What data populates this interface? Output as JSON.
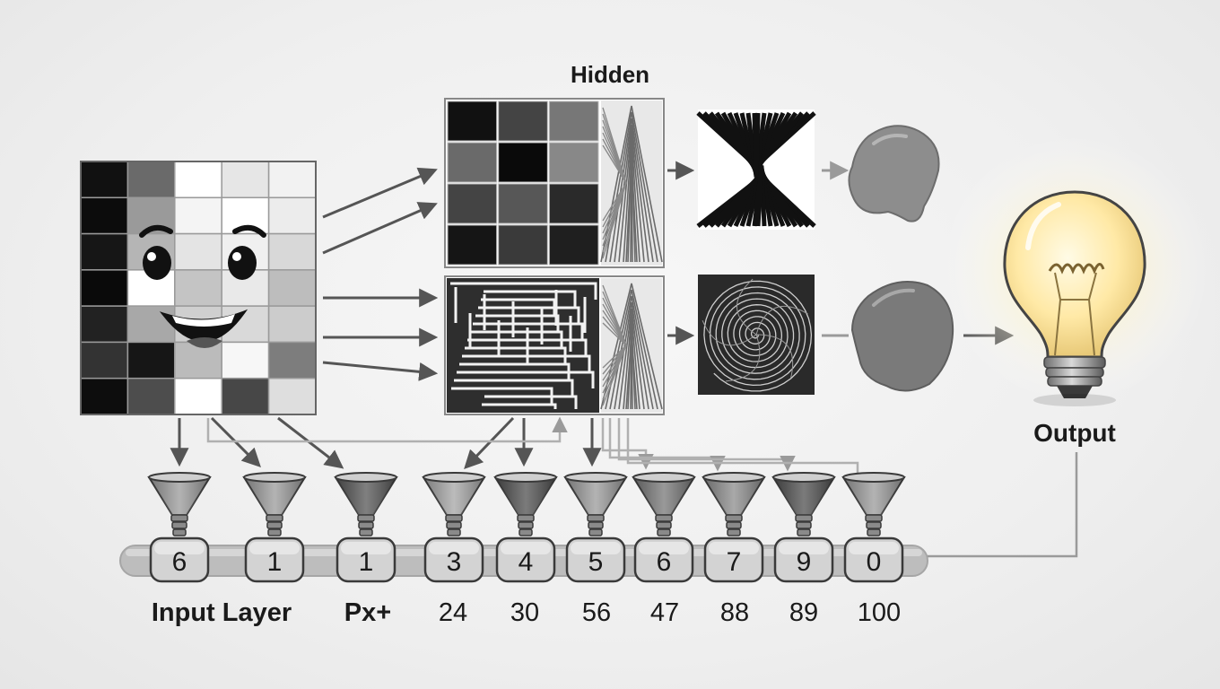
{
  "diagram": {
    "hidden_label": "Hidden",
    "output_label": "Output",
    "input_grid": {
      "rows": 7,
      "cols": 5,
      "shades": [
        [
          "#111111",
          "#6a6a6a",
          "#ffffff",
          "#e6e6e6",
          "#f2f2f2"
        ],
        [
          "#0c0c0c",
          "#9a9a9a",
          "#f4f4f4",
          "#ffffff",
          "#ececec"
        ],
        [
          "#161616",
          "#b5b5b5",
          "#e4e4e4",
          "#f0f0f0",
          "#d8d8d8"
        ],
        [
          "#0a0a0a",
          "#ffffff",
          "#c4c4c4",
          "#e9e9e9",
          "#bdbdbd"
        ],
        [
          "#222222",
          "#a8a8a8",
          "#cfcfcf",
          "#d9d9d9",
          "#cccccc"
        ],
        [
          "#333333",
          "#161616",
          "#bbbbbb",
          "#f7f7f7",
          "#7d7d7d"
        ],
        [
          "#0d0d0d",
          "#4d4d4d",
          "#ffffff",
          "#474747",
          "#dedede"
        ]
      ]
    },
    "hidden_grid": {
      "rows": 4,
      "cols": 3,
      "shades": [
        [
          "#111111",
          "#444444",
          "#777777"
        ],
        [
          "#6a6a6a",
          "#0a0a0a",
          "#888888"
        ],
        [
          "#444444",
          "#575757",
          "#2a2a2a"
        ],
        [
          "#151515",
          "#3a3a3a",
          "#1f1f1f"
        ]
      ]
    },
    "funnels": [
      {
        "digit": "6",
        "shade": "#9a9a9a"
      },
      {
        "digit": "1",
        "shade": "#9a9a9a"
      },
      {
        "digit": "1",
        "shade": "#555555"
      },
      {
        "digit": "3",
        "shade": "#a5a5a5"
      },
      {
        "digit": "4",
        "shade": "#4f4f4f"
      },
      {
        "digit": "5",
        "shade": "#9a9a9a"
      },
      {
        "digit": "6",
        "shade": "#777777"
      },
      {
        "digit": "7",
        "shade": "#8c8c8c"
      },
      {
        "digit": "9",
        "shade": "#4f4f4f"
      },
      {
        "digit": "0",
        "shade": "#9a9a9a"
      }
    ],
    "bottom_labels": [
      "Input Layer",
      "Px+",
      "24",
      "30",
      "56",
      "47",
      "88",
      "89",
      "100"
    ],
    "icons": [
      "smiley-face",
      "light-bulb-icon"
    ],
    "colors": {
      "arrow": "#555555",
      "pipe": "#b9b9b9",
      "node": "#cfcfcf",
      "bulb_glow": "#fff2b0"
    }
  }
}
